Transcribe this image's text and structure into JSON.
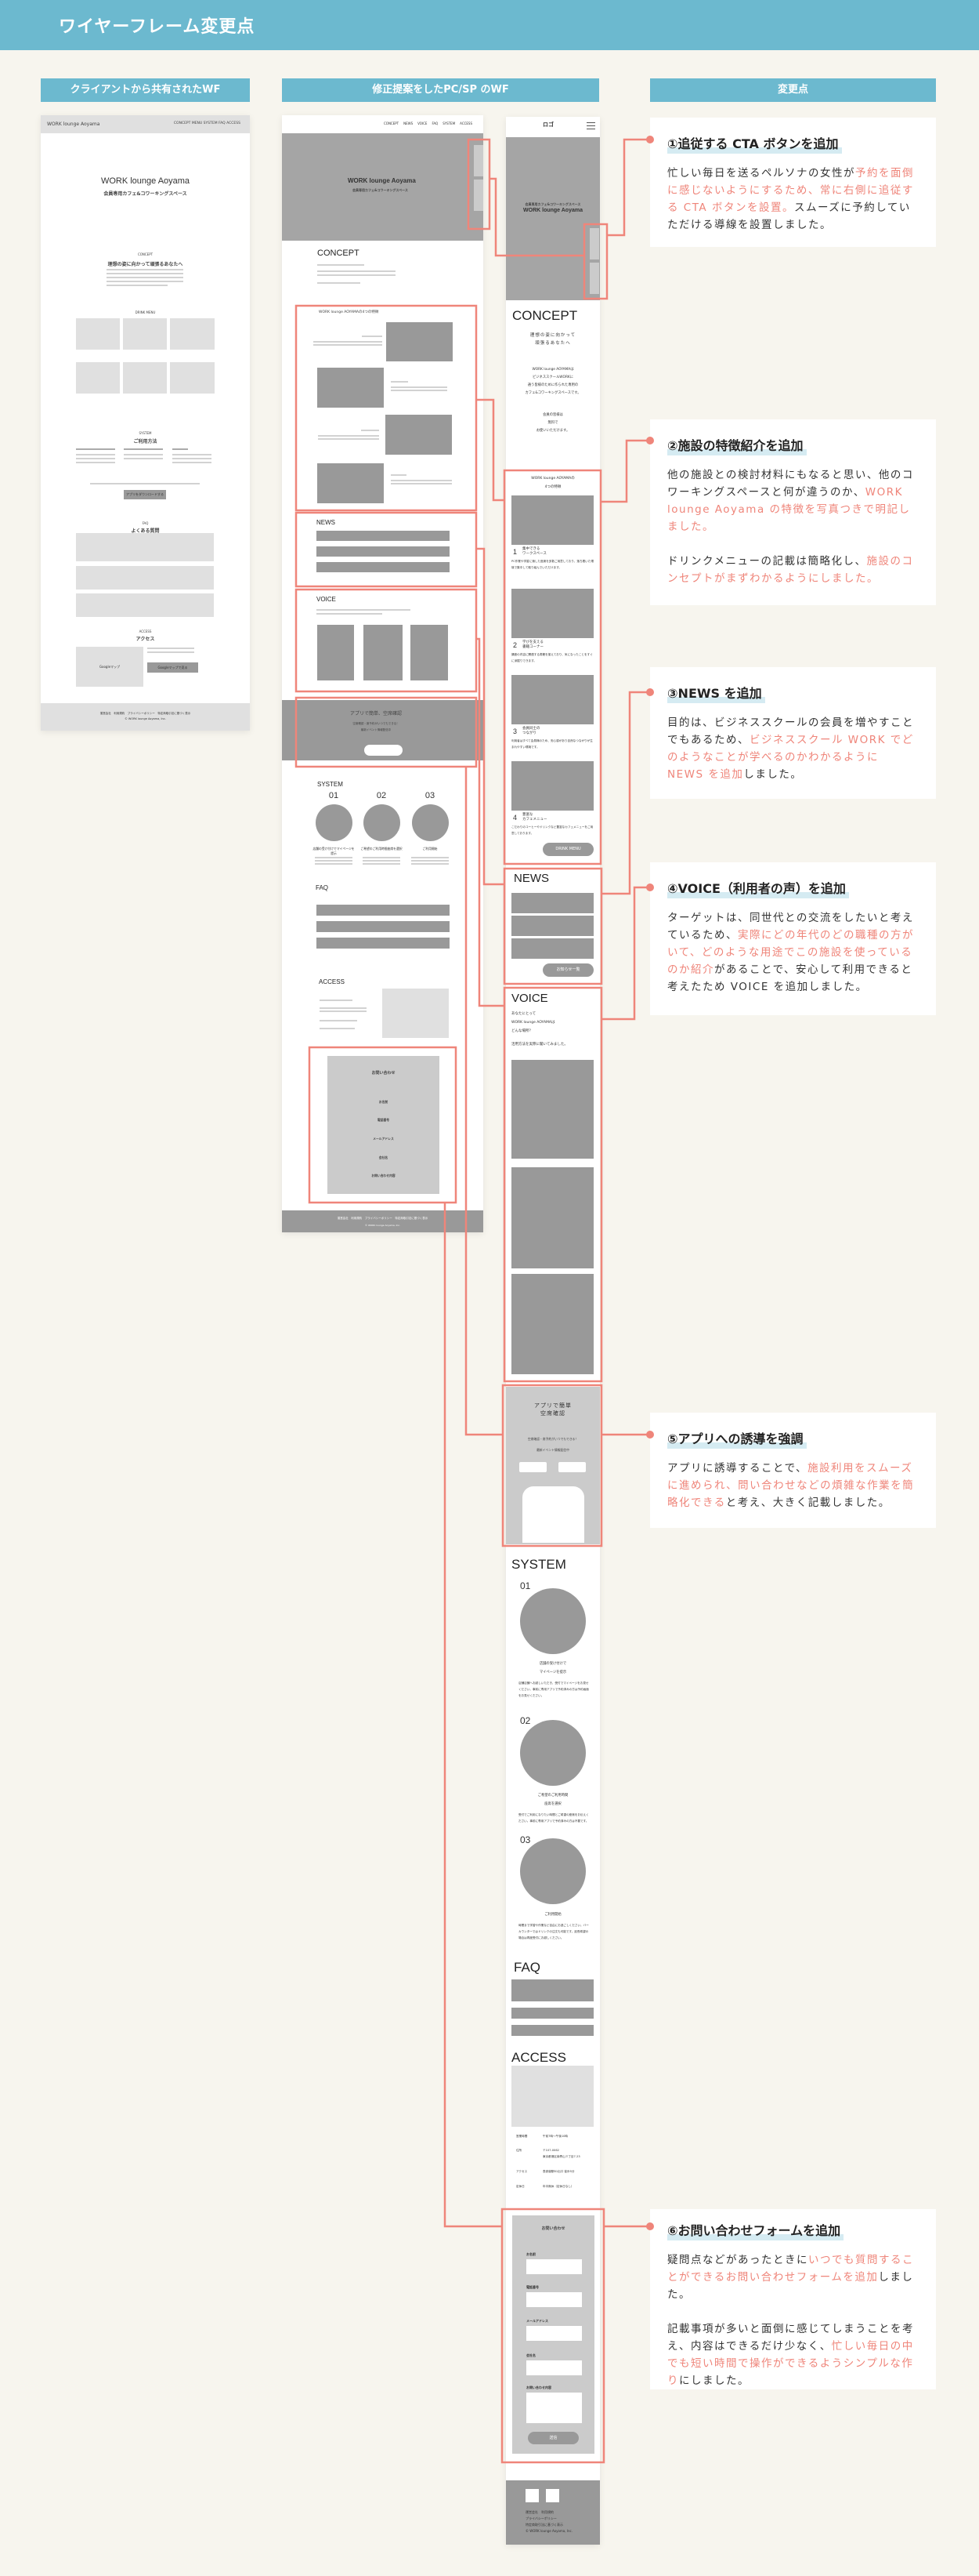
{
  "page_title": "ワイヤーフレーム変更点",
  "columns": {
    "client": "クライアントから共有されたWF",
    "proposal": "修正提案をしたPC/SP のWF",
    "changes": "変更点"
  },
  "colors": {
    "header": "#6cb9cf",
    "accent": "#ef857a",
    "background": "#f7f5ee"
  },
  "client_wf": {
    "logo": "WORK lounge Aoyama",
    "nav": "CONCEPT MENU SYSTEM FAQ ACCESS",
    "hero_title": "WORK lounge Aoyama",
    "hero_sub": "会員専用カフェ&コワーキングスペース",
    "concept_label": "CONCEPT",
    "concept_heading": "理想の姿に向かって頑張るあなたへ",
    "drink_label": "DRINK MENU",
    "system_label": "SYSTEM",
    "system_heading": "ご利用方法",
    "app_button": "アプリをダウンロードする",
    "faq_label": "FAQ",
    "faq_heading": "よくある質問",
    "access_label": "ACCESS",
    "access_heading": "アクセス",
    "map_label": "Googleマップ",
    "map_button": "Googleマップで見る",
    "footer_links": "運営会社　利用規約　プライバシーポリシー　特定商取引法に基づく表示",
    "footer_copy": "© WORK lounge Aoyama, Inc."
  },
  "pc_wf": {
    "nav": [
      "CONCEPT",
      "NEWS",
      "VOICE",
      "FAQ",
      "SYSTEM",
      "ACCESS"
    ],
    "hero_title": "WORK lounge Aoyama",
    "hero_sub": "会員専用カフェ&コワーキングスペース",
    "concept": "CONCEPT",
    "features_title": "WORK lounge AOYAMAの4つの特徴",
    "news": "NEWS",
    "voice": "VOICE",
    "app_title": "アプリで簡単、空席確認",
    "app_line1": "空席確認・席予約がいつでもできる！",
    "app_line2": "最新イベント情報配信中",
    "system": "SYSTEM",
    "steps": [
      {
        "num": "01",
        "title": "店舗の受け付けでマイページを提示"
      },
      {
        "num": "02",
        "title": "ご希望のご利用時間座席を選択"
      },
      {
        "num": "03",
        "title": "ご利用開始"
      }
    ],
    "faq": "FAQ",
    "access": "ACCESS",
    "contact_title": "お問い合わせ",
    "contact_fields": [
      "お名前",
      "電話番号",
      "メールアドレス",
      "会社名",
      "お問い合わせ内容"
    ],
    "footer_links": "運営会社　利用規約　プライバシーポリシー　特定商取引法に基づく表示",
    "footer_copy": "© WORK lounge Aoyama, Inc."
  },
  "sp_wf": {
    "logo": "ロゴ",
    "hero_sub": "会員専用カフェ&コワーキングスペース",
    "hero_title": "WORK lounge Aoyama",
    "concept": "CONCEPT",
    "concept_lead": [
      "理想の姿に向かって",
      "頑張るあなたへ"
    ],
    "concept_body": [
      "WORK lounge AOYAMAは",
      "ビジネススクールWORKに",
      "通う皆様のために作られた専用の",
      "カフェ&コワーキングスペースです。"
    ],
    "concept_note": [
      "会員の皆様は",
      "無料で",
      "お使いいただけます。"
    ],
    "features_title": [
      "WORK lounge AOYAMAの",
      "4つの特徴"
    ],
    "features": [
      {
        "num": "1",
        "title": [
          "集中できる",
          "ワークスペース"
        ],
        "desc": "PC作業や学習に適した座席を多数ご用意しており、落ち着いた環境で集中して取り組んでいただけます。"
      },
      {
        "num": "2",
        "title": [
          "学びを支える",
          "書籍コーナー"
        ],
        "desc": "講座の内容に関連する書籍を揃えており、気になったことをすぐに深掘りできます。"
      },
      {
        "num": "3",
        "title": [
          "会員同士の",
          "つながり"
        ],
        "desc": "利用者はすべて会員様のため、安心感があり自然なつながりが生まれやすい環境です。"
      },
      {
        "num": "4",
        "title": [
          "豊富な",
          "カフェメニュー"
        ],
        "desc": "こだわりのコーヒーやドリンクなど豊富なカフェメニューをご用意しております。"
      }
    ],
    "drink_button": "DRINK MENU",
    "news": "NEWS",
    "news_button": "お知らせ一覧",
    "voice": "VOICE",
    "voice_text": [
      "あなたにとって",
      "WORK lounge AOYAMAは",
      "どんな場所？"
    ],
    "voice_sub": "活用方法を実際に聞いてみました。",
    "app_title": [
      "アプリで簡単",
      "空席確認"
    ],
    "app_line1": "空席確認・席予約がいつでもできる！",
    "app_line2": "最新イベント情報配信中",
    "system": "SYSTEM",
    "steps": [
      {
        "num": "01",
        "title": [
          "店舗の受け付けで",
          "マイページを提示"
        ],
        "desc": "店舗店舗へお越しいただき、受付でマイページをお見せください。事前に専用アプリで予約済みの方は予約画面をお見せください。"
      },
      {
        "num": "02",
        "title": [
          "ご希望のご利用時間",
          "座席を選択"
        ],
        "desc": "受付でご利用になりたい時間とご希望の座席をお伝えください。事前に専用アプリで予約済みの方は不要です。"
      },
      {
        "num": "03",
        "title": [
          "ご利用開始"
        ],
        "desc": "時間まで学習や作業など自由にお過ごしください。バーカウンターではドリンクの注文も可能です。延長希望の場合は再度受付にお越しください。"
      }
    ],
    "faq": "FAQ",
    "access": "ACCESS",
    "access_info": [
      {
        "label": "営業時間",
        "value": [
          "午前7時〜午後10時"
        ]
      },
      {
        "label": "住所",
        "value": [
          "〒107-0062",
          "東京都港区南青山３丁目7-23"
        ]
      },
      {
        "label": "アクセス",
        "value": [
          "表参道駅B1出口 徒歩5分"
        ]
      },
      {
        "label": "定休日",
        "value": [
          "年中無休（定休日なし）"
        ]
      }
    ],
    "contact_title": "お問い合わせ",
    "contact_fields": [
      "お名前",
      "電話番号",
      "メールアドレス",
      "会社名",
      "お問い合わせ内容"
    ],
    "submit": "送信",
    "footer": [
      "運営会社　利用規約",
      "プライバシーポリシー",
      "特定商取引法に基づく表示",
      "© WORK lounge Aoyama, Inc."
    ]
  },
  "changes": [
    {
      "title": "①追従する CTA ボタンを追加",
      "paragraphs": [
        [
          {
            "t": "忙しい毎日を送るペルソナの女性が"
          },
          {
            "t": "予約を面倒に感じないようにするため、常に右側に追従する CTA ボタンを設置。",
            "hl": true
          },
          {
            "t": "スムーズに予約していただける導線を設置しました。"
          }
        ]
      ]
    },
    {
      "title": "②施設の特徴紹介を追加",
      "paragraphs": [
        [
          {
            "t": "他の施設との検討材料にもなると思い、他のコワーキングスペースと何が違うのか、"
          },
          {
            "t": "WORK lounge Aoyama の特徴を写真つきで明記しました。",
            "hl": true
          }
        ],
        [
          {
            "t": "ドリンクメニューの記載は簡略化し、"
          },
          {
            "t": "施設のコンセプトがまずわかるようにしました。",
            "hl": true
          }
        ]
      ]
    },
    {
      "title": "③NEWS を追加",
      "paragraphs": [
        [
          {
            "t": "目的は、ビジネススクールの会員を増やすことでもあるため、"
          },
          {
            "t": "ビジネススクール WORK でどのようなことが学べるのかわかるように NEWS を追加",
            "hl": true
          },
          {
            "t": "しました。"
          }
        ]
      ]
    },
    {
      "title": "④VOICE（利用者の声）を追加",
      "paragraphs": [
        [
          {
            "t": "ターゲットは、同世代との交流をしたいと考えているため、"
          },
          {
            "t": "実際にどの年代のどの職種の方がいて、どのような用途でこの施設を使っているのか紹介",
            "hl": true
          },
          {
            "t": "があることで、安心して利用できると考えたため VOICE を追加しました。"
          }
        ]
      ]
    },
    {
      "title": "⑤アプリへの誘導を強調",
      "paragraphs": [
        [
          {
            "t": "アプリに誘導することで、"
          },
          {
            "t": "施設利用をスムーズに進められ、問い合わせなどの煩雑な作業を簡略化できる",
            "hl": true
          },
          {
            "t": "と考え、大きく記載しました。"
          }
        ]
      ]
    },
    {
      "title": "⑥お問い合わせフォームを追加",
      "paragraphs": [
        [
          {
            "t": "疑問点などがあったときに"
          },
          {
            "t": "いつでも質問することができるお問い合わせフォームを追加",
            "hl": true
          },
          {
            "t": "しました。"
          }
        ],
        [
          {
            "t": "記載事項が多いと面倒に感じてしまうことを考え、内容はできるだけ少なく、"
          },
          {
            "t": "忙しい毎日の中でも短い時間で操作ができるようシンプルな作り",
            "hl": true
          },
          {
            "t": "にしました。"
          }
        ]
      ]
    }
  ]
}
